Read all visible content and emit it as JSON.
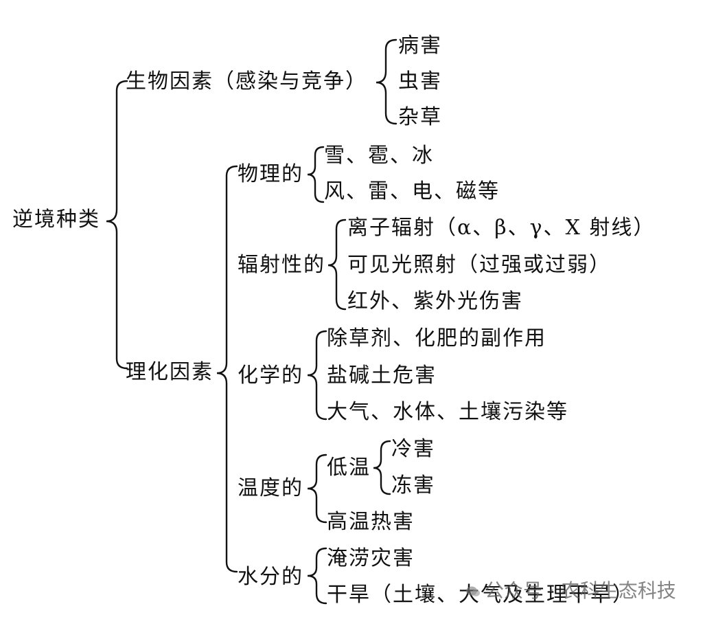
{
  "root": "逆境种类",
  "biological": {
    "label": "生物因素（感染与竞争）",
    "items": [
      "病害",
      "虫害",
      "杂草"
    ]
  },
  "physchem": {
    "label": "理化因素",
    "physical": {
      "label": "物理的",
      "items": [
        "雪、雹、冰",
        "风、雷、电、磁等"
      ]
    },
    "radiation": {
      "label": "辐射性的",
      "items": [
        "离子辐射（α、β、γ、X 射线）",
        "可见光照射（过强或过弱）",
        "红外、紫外光伤害"
      ]
    },
    "chemical": {
      "label": "化学的",
      "items": [
        "除草剂、化肥的副作用",
        "盐碱土危害",
        "大气、水体、土壤污染等"
      ]
    },
    "temperature": {
      "label": "温度的",
      "low": {
        "label": "低温",
        "items": [
          "冷害",
          "冻害"
        ]
      },
      "high": "高温热害"
    },
    "water": {
      "label": "水分的",
      "items": [
        "淹涝灾害",
        "干旱（土壤、大气及生理干旱）"
      ]
    }
  },
  "watermark": "公众号 · 农科生态科技"
}
